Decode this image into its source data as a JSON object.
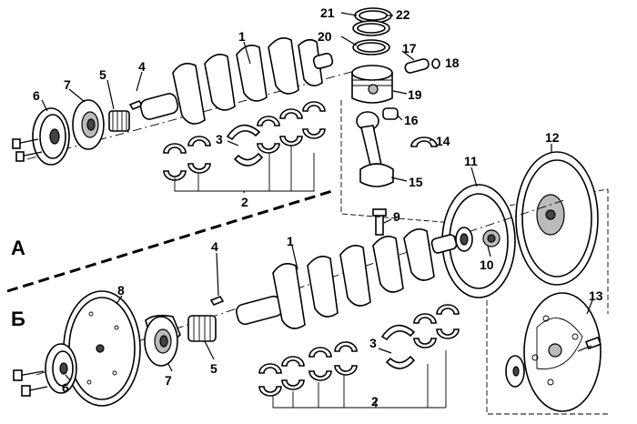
{
  "diagram": {
    "section_a_label": "А",
    "section_b_label": "Б",
    "callouts_top": [
      "1",
      "2",
      "3",
      "4",
      "5",
      "6",
      "7",
      "9",
      "10",
      "11",
      "12",
      "14",
      "15",
      "16",
      "17",
      "18",
      "19",
      "20",
      "21",
      "22"
    ],
    "callouts_bottom": [
      "1",
      "2",
      "3",
      "4",
      "5",
      "6",
      "7",
      "8",
      "13"
    ]
  }
}
